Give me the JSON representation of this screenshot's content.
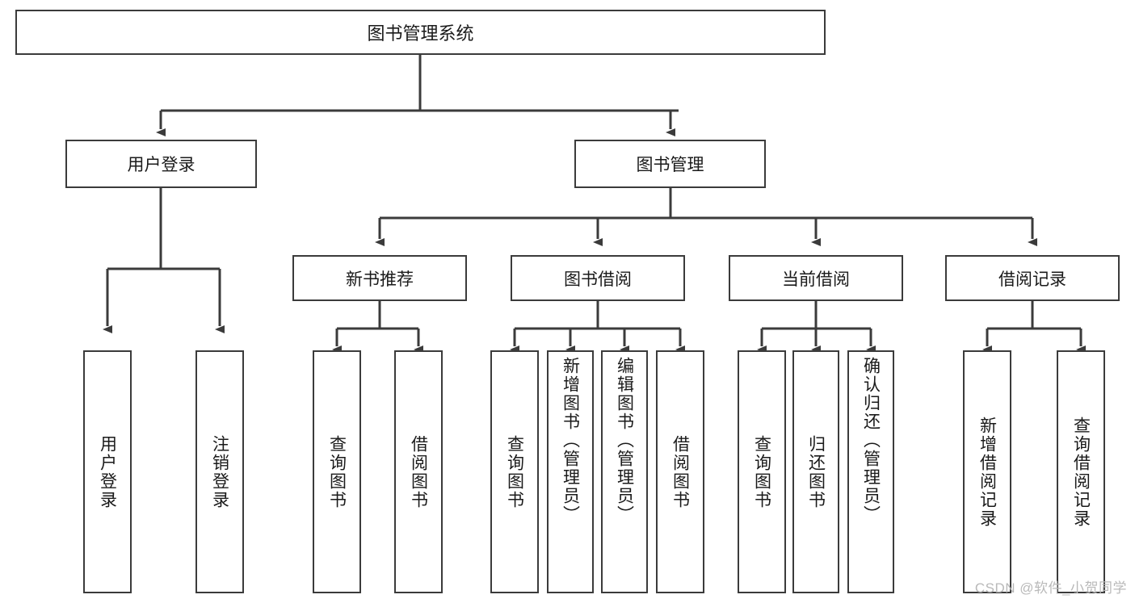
{
  "diagram": {
    "title": "图书管理系统",
    "type": "hierarchy-tree",
    "root": {
      "id": "root",
      "label": "图书管理系统"
    },
    "level2": [
      {
        "id": "user-login",
        "label": "用户登录"
      },
      {
        "id": "book-management",
        "label": "图书管理"
      }
    ],
    "level3": [
      {
        "id": "new-book-recommend",
        "label": "新书推荐"
      },
      {
        "id": "book-borrow",
        "label": "图书借阅"
      },
      {
        "id": "current-borrow",
        "label": "当前借阅"
      },
      {
        "id": "borrow-record",
        "label": "借阅记录"
      }
    ],
    "leaves": [
      {
        "id": "leaf-user-login",
        "label": "用户登录",
        "parent": "user-login"
      },
      {
        "id": "leaf-logout-login",
        "label": "注销登录",
        "parent": "user-login"
      },
      {
        "id": "leaf-query-book-1",
        "label": "查询图书",
        "parent": "new-book-recommend"
      },
      {
        "id": "leaf-borrow-book-1",
        "label": "借阅图书",
        "parent": "new-book-recommend"
      },
      {
        "id": "leaf-query-book-2",
        "label": "查询图书",
        "parent": "book-borrow"
      },
      {
        "id": "leaf-add-book",
        "label": "新增图书（管理员）",
        "parent": "book-borrow"
      },
      {
        "id": "leaf-edit-book",
        "label": "编辑图书（管理员）",
        "parent": "book-borrow"
      },
      {
        "id": "leaf-borrow-book-2",
        "label": "借阅图书",
        "parent": "book-borrow"
      },
      {
        "id": "leaf-query-book-3",
        "label": "查询图书",
        "parent": "current-borrow"
      },
      {
        "id": "leaf-return-book",
        "label": "归还图书",
        "parent": "current-borrow"
      },
      {
        "id": "leaf-confirm-return",
        "label": "确认归还（管理员）",
        "parent": "current-borrow"
      },
      {
        "id": "leaf-add-record",
        "label": "新增借阅记录",
        "parent": "borrow-record"
      },
      {
        "id": "leaf-query-record",
        "label": "查询借阅记录",
        "parent": "borrow-record"
      }
    ],
    "watermark": "CSDN @软件_小贺同学",
    "colors": {
      "border": "#3b3b3b",
      "text": "#1a1a1a",
      "background": "#ffffff",
      "watermark": "#b9b9b9"
    }
  }
}
